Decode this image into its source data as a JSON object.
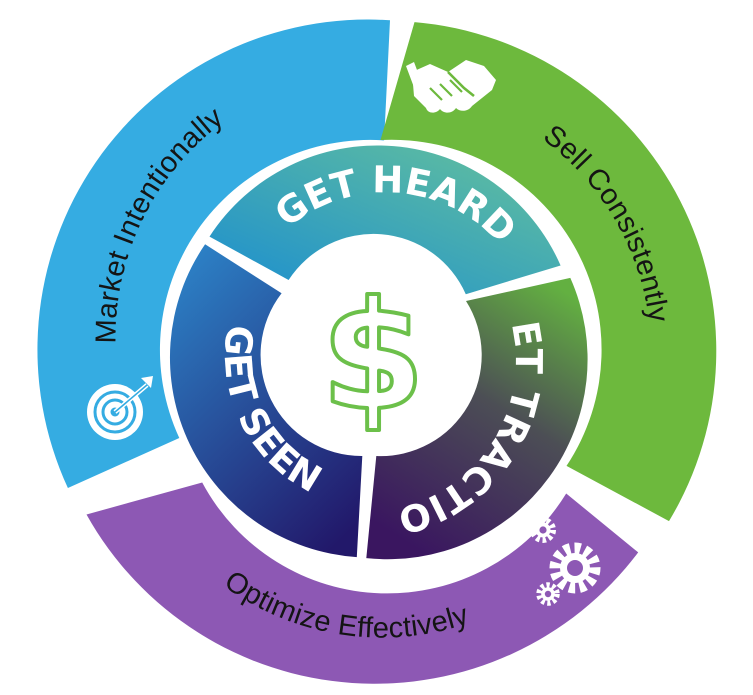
{
  "outer_segments": [
    {
      "label": "Market Intentionally",
      "icon": "target-icon",
      "color": "#35ace2"
    },
    {
      "label": "Sell Consistently",
      "icon": "handshake-icon",
      "color": "#6db93d"
    },
    {
      "label": "Optimize Effectively",
      "icon": "gears-icon",
      "color": "#8d58b4"
    }
  ],
  "inner_segments": [
    {
      "label": "GET HEARD",
      "colors": [
        "#1b8ed0",
        "#66c29b"
      ]
    },
    {
      "label": "GET TRACTION",
      "colors": [
        "#63b041",
        "#3a1660"
      ]
    },
    {
      "label": "GET SEEN",
      "colors": [
        "#2c7fc4",
        "#22186a"
      ]
    }
  ],
  "center": {
    "symbol": "$",
    "icon": "dollar-icon",
    "color": "#6cc04a"
  }
}
